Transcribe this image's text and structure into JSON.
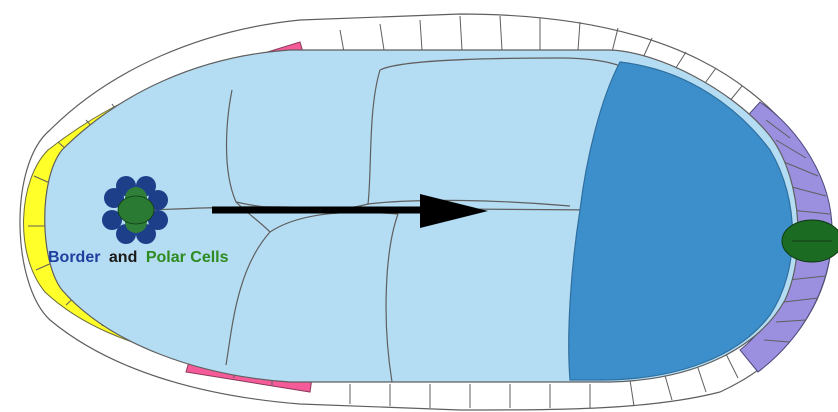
{
  "label": {
    "border": "Border",
    "and": "and",
    "polar": "Polar Cells"
  },
  "colors": {
    "nurse_cell_fill": "#b4dcf2",
    "oocyte_fill": "#3d8fcb",
    "follicle_yellow": "#ffff2a",
    "follicle_pink": "#f55a99",
    "follicle_white": "#ffffff",
    "follicle_purple": "#9b8fe0",
    "polar_green": "#1c6b23",
    "border_blue": "#1d3f8a",
    "label_blue": "#1e3fa0",
    "label_dark": "#1a1a1a",
    "label_green": "#2e8b1f",
    "arrow": "#000000",
    "outline": "#5f5f5f"
  }
}
